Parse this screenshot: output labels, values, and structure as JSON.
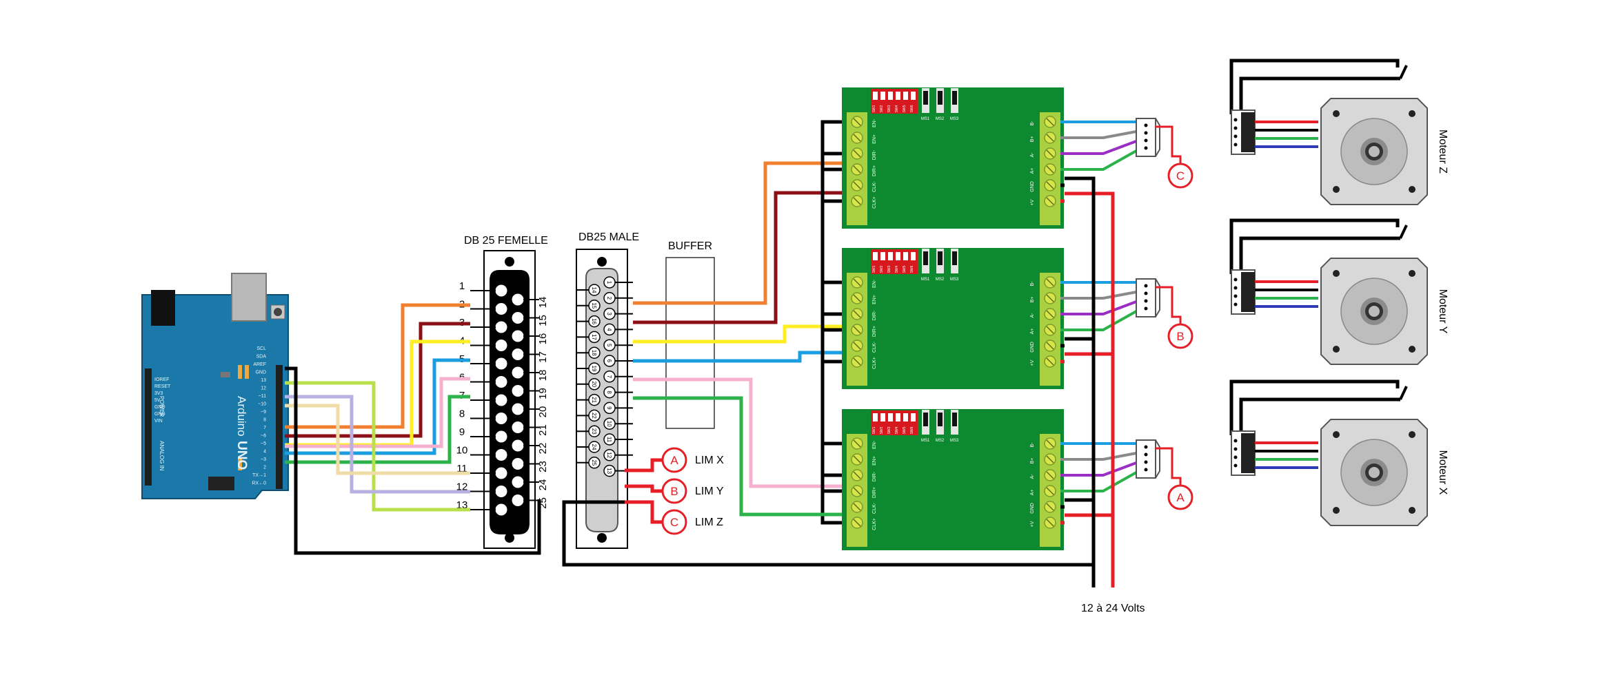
{
  "labels": {
    "db25_female": "DB 25 FEMELLE",
    "db25_male": "DB25 MALE",
    "buffer": "BUFFER",
    "power": "12 à 24 Volts",
    "lim_x": "LIM X",
    "lim_y": "LIM Y",
    "lim_z": "LIM Z",
    "motor_z": "Moteur Z",
    "motor_y": "Moteur Y",
    "motor_x": "Moteur X"
  },
  "markers": {
    "a": "A",
    "b": "B",
    "c": "C"
  },
  "female_pins_left": [
    "1",
    "2",
    "3",
    "4",
    "5",
    "6",
    "7",
    "8",
    "9",
    "10",
    "11",
    "12",
    "13"
  ],
  "female_pins_right": [
    "14",
    "15",
    "16",
    "17",
    "18",
    "19",
    "20",
    "21",
    "22",
    "23",
    "24",
    "25"
  ],
  "male_pins": [
    "1",
    "2",
    "3",
    "4",
    "5",
    "6",
    "7",
    "8",
    "9",
    "10",
    "11",
    "12",
    "13",
    "14",
    "15",
    "16",
    "17",
    "18",
    "19",
    "20",
    "21",
    "22",
    "23",
    "24",
    "25"
  ],
  "driver_terminals_left": [
    "EN-",
    "EN+",
    "DIR-",
    "DIR+",
    "CLK-",
    "CLK+"
  ],
  "driver_terminals_right": [
    "B-",
    "B+",
    "A-",
    "A+",
    "GND",
    "+V"
  ],
  "driver_switches": [
    "SW1",
    "SW2",
    "SW3",
    "SW4",
    "SW5",
    "SW6"
  ],
  "driver_ms_labels": [
    "MS1",
    "MS2",
    "MS3"
  ],
  "arduino": {
    "brand": "Arduino",
    "model": "UNO",
    "header_labels": [
      "SCL",
      "SDA",
      "AREF",
      "GND",
      "13",
      "12",
      "~11",
      "~10",
      "~9",
      "8",
      "7",
      "~6",
      "~5",
      "4",
      "~3",
      "2",
      "TX→1",
      "RX←0"
    ],
    "power_labels": [
      "IOREF",
      "RESET",
      "3V3",
      "5V",
      "GND",
      "GND",
      "VIN"
    ],
    "analog_label": "ANALOG IN",
    "power_label": "POWER"
  },
  "colors": {
    "orange": "#f08030",
    "darkred": "#8b0f14",
    "yellow": "#ffee22",
    "blue": "#1b9ee0",
    "pink": "#f4b0cc",
    "green": "#2bb24a",
    "lime": "#b8e04a",
    "lavender": "#b8b0e0",
    "beige": "#f0dca6",
    "red": "#e61e26",
    "black": "#000000",
    "gray": "#8a8a8a",
    "purple": "#9b2fc4",
    "motor_blue": "#2e3bb8",
    "board_green": "#0d8a2f",
    "terminal_green": "#a8d040",
    "arduino_blue": "#1a79a8"
  },
  "icons": [
    "stepper-motor-icon",
    "switch-icon",
    "connector-icon",
    "screw-terminal-icon",
    "dip-switch-icon"
  ]
}
